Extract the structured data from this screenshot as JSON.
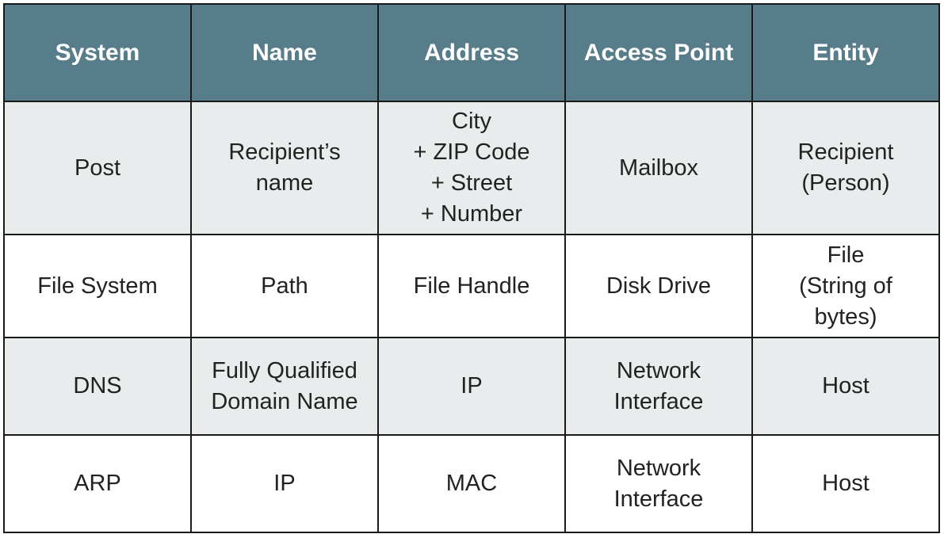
{
  "table": {
    "headers": [
      "System",
      "Name",
      "Address",
      "Access Point",
      "Entity"
    ],
    "rows": [
      [
        "Post",
        "Recipient’s\nname",
        "City\n+ ZIP Code\n+ Street\n+ Number",
        "Mailbox",
        "Recipient\n(Person)"
      ],
      [
        "File System",
        "Path",
        "File Handle",
        "Disk Drive",
        "File\n(String of\nbytes)"
      ],
      [
        "DNS",
        "Fully Qualified\nDomain Name",
        "IP",
        "Network\nInterface",
        "Host"
      ],
      [
        "ARP",
        "IP",
        "MAC",
        "Network\nInterface",
        "Host"
      ]
    ]
  },
  "colors": {
    "header_bg": "#577c8a",
    "header_text": "#ffffff",
    "shaded_row_bg": "#e9eced",
    "border": "#1a1a1a"
  }
}
